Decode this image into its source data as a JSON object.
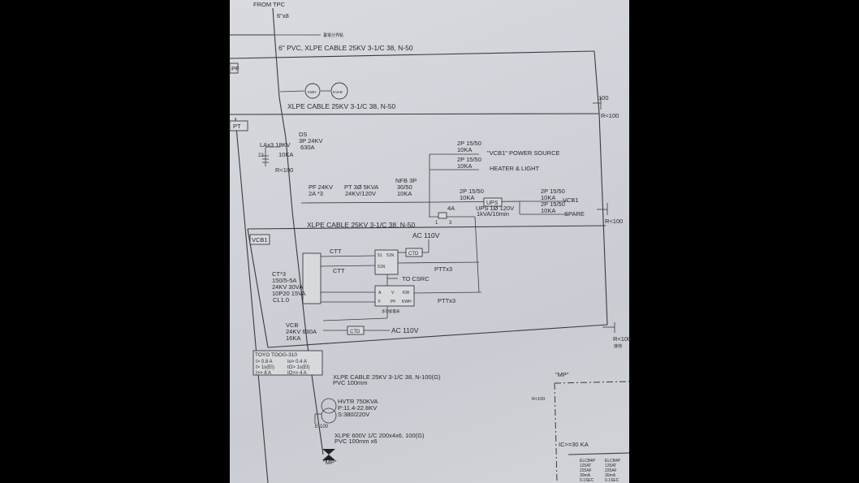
{
  "colors": {
    "background": "#000000",
    "paper": "#d4d6db",
    "ink": "#2a2a2e"
  },
  "incoming": {
    "source": "FROM TPC",
    "conduit": "6\"x8",
    "boundary": "臺電分界點"
  },
  "cable1": "6\" PVC, XLPE CABLE 25KV 3-1/C 38, N-50",
  "panels": {
    "pf": "PF",
    "pt": "PT",
    "vcb1": "VCB1"
  },
  "meters": {
    "kwh": "KWH",
    "kvar": "KVAR"
  },
  "cable2": "XLPE CABLE 25KV 3-1/C 38, N-50",
  "ground": {
    "label1": "100",
    "label2": "R<100",
    "label3": "R<100",
    "label4": "R<100",
    "tag": "接地"
  },
  "pt_section": {
    "ds": "DS",
    "ds_spec1": "3P 24KV",
    "ds_spec2": "630A",
    "la": "LAx3 18KV",
    "la_ka": "10KA",
    "la_r": "R<100",
    "la_22": "22",
    "pf": "PF 24KV",
    "pf_spec": "2A *3",
    "pt": "PT 3Ø 5KVA",
    "pt_spec": "24KV/120V",
    "nfb": "NFB 3P",
    "nfb_spec1": "30/50",
    "nfb_spec2": "10KA",
    "br1_spec1": "2P 15/50",
    "br1_spec2": "10KA",
    "br1_to": "\"VCB1\" POWER SOURCE",
    "br2_spec1": "2P 15/50",
    "br2_spec2": "10KA",
    "br2_to": "HEATER & LIGHT",
    "br3_spec1": "2P 15/50",
    "br3_spec2": "10KA",
    "ups": "UPS",
    "ups_spec1": "UPS 1Ø 120V",
    "ups_spec2": "1kVA/10min",
    "br4_spec1": "2P 15/50",
    "br4_spec2": "10KA",
    "br4_to": "VCB1",
    "br5_spec1": "2P 15/50",
    "br5_spec2": "10KA",
    "br5_to": "SPARE",
    "fuse": "4A",
    "fuse_n1": "1",
    "fuse_n2": "3",
    "cable3": "XLPE CABLE 25KV 3-1/C 38, N-50"
  },
  "vcb1_section": {
    "ac1": "AC 110V",
    "ctt1": "CTT",
    "ctt2": "CTT",
    "ctd1": "CTD",
    "relay": [
      "51",
      "51N",
      "51N"
    ],
    "pttx1": "PTTx3",
    "to_csrc": "TO CSRC",
    "ct1": "CT*3",
    "ct2": "150/5-5A",
    "ct3": "24KV 30VA",
    "ct4": "10P20 15VA",
    "ct5": "CL1.0",
    "multimeter": [
      "A",
      "V",
      "KW",
      "F",
      "PF",
      "KWH"
    ],
    "multimeter_label": "多功能電表",
    "pttx2": "PTTx3",
    "vcb": "VCB",
    "vcb_spec1": "24KV 630A",
    "vcb_spec2": "16KA",
    "ctd2": "CTD",
    "ac2": "AC 110V"
  },
  "relay_box": {
    "title": "TOYO TOOG-310",
    "r1a": "I> 0.8 A",
    "r1b": "Io> 0.4 A",
    "r2a": "t> 1s(EI)",
    "r2b": "tO> 1s(EI)",
    "r3a": "I>> 8 A",
    "r3b": "IO>> 4 A"
  },
  "transformer": {
    "cable_in1": "XLPE CABLE 25KV 3-1/C 38, N-100(G)",
    "cable_in2": "PVC 100mm",
    "name": "HVTR 750KVA",
    "p": "P:11.4-22.8KV",
    "s": "S:380/220V",
    "ground": "E-100",
    "cable_out1": "XLPE 600V 1/C 200x4x6, 100(G)",
    "cable_out2": "PVC 100mm x6",
    "to": "\"MP\""
  },
  "mp_panel": {
    "title": "\"MP\"",
    "ground": "R<100",
    "ic": "IC>=30 KA",
    "breakers": [
      {
        "l1": "ELCB4P",
        "l2": "125AT",
        "l3": "225AF",
        "l4": "30mA",
        "l5": "0.1SEC"
      },
      {
        "l1": "ELCB4P",
        "l2": "125AT",
        "l3": "225AF",
        "l4": "30mA",
        "l5": "0.1SEC"
      }
    ]
  }
}
